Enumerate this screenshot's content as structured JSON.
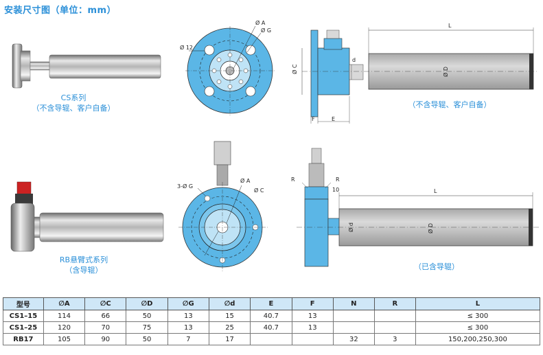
{
  "heading": "安装尺寸图（单位：mm）",
  "top": {
    "product_caption_1": "CS系列",
    "product_caption_2": "（不含导辊、客户自备）",
    "side_caption": "（不含导辊、客户自备）",
    "front_labels": {
      "a": "Ø A",
      "g": "Ø G",
      "hole": "Ø 12"
    },
    "side_labels": {
      "l": "L",
      "c": "Ø C",
      "d": "d",
      "dd": "Ø D",
      "f": "F",
      "e": "E"
    }
  },
  "bottom": {
    "product_caption_1": "RB悬臂式系列",
    "product_caption_2": "（含导辊）",
    "side_caption": "（已含导辊）",
    "front_labels": {
      "g": "3-Ø G",
      "a": "Ø A",
      "c": "Ø C"
    },
    "side_labels": {
      "r1": "R",
      "r2": "R",
      "ten": "10",
      "l": "L",
      "d": "Ø d",
      "dd": "Ø D"
    }
  },
  "colors": {
    "accent_text": "#2a8fd8",
    "part_blue": "#5bb6e6",
    "table_header": "#cfe7f7"
  },
  "table": {
    "headers": [
      "型号",
      "∅A",
      "∅C",
      "∅D",
      "∅G",
      "∅d",
      "E",
      "F",
      "N",
      "R",
      "L"
    ],
    "rows": [
      [
        "CS1–15",
        "114",
        "66",
        "50",
        "13",
        "15",
        "40.7",
        "13",
        "",
        "",
        "≤ 300"
      ],
      [
        "CS1–25",
        "120",
        "70",
        "75",
        "13",
        "25",
        "40.7",
        "13",
        "",
        "",
        "≤ 300"
      ],
      [
        "RB17",
        "105",
        "90",
        "50",
        "7",
        "17",
        "",
        "",
        "32",
        "3",
        "150,200,250,300"
      ]
    ]
  }
}
